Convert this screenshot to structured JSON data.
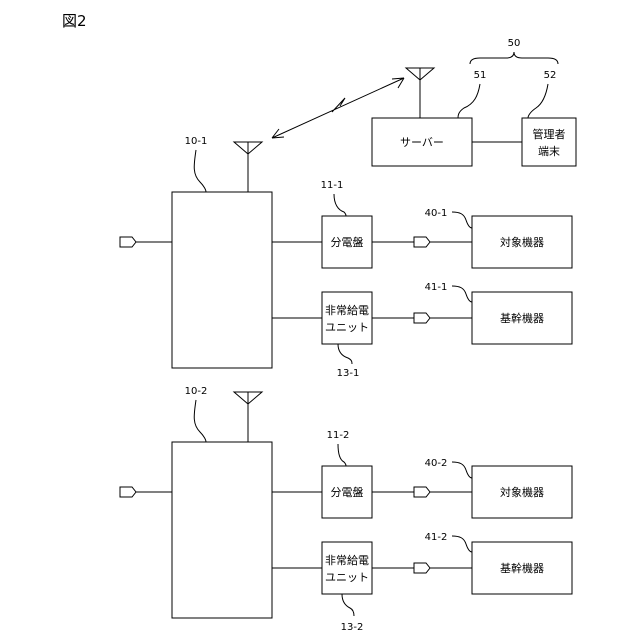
{
  "figure_label": "図2",
  "server_group": {
    "group_ref": "50",
    "server": {
      "ref": "51",
      "label": "サーバー"
    },
    "admin_terminal": {
      "ref": "52",
      "label_line1": "管理者",
      "label_line2": "端末"
    }
  },
  "sites": [
    {
      "controller_ref": "10-1",
      "panel_ref": "11-1",
      "panel_label": "分電盤",
      "eps_ref": "13-1",
      "eps_label_line1": "非常給電",
      "eps_label_line2": "ユニット",
      "target_ref": "40-1",
      "target_label": "対象機器",
      "core_ref": "41-1",
      "core_label": "基幹機器"
    },
    {
      "controller_ref": "10-2",
      "panel_ref": "11-2",
      "panel_label": "分電盤",
      "eps_ref": "13-2",
      "eps_label_line1": "非常給電",
      "eps_label_line2": "ユニット",
      "target_ref": "40-2",
      "target_label": "対象機器",
      "core_ref": "41-2",
      "core_label": "基幹機器"
    }
  ]
}
